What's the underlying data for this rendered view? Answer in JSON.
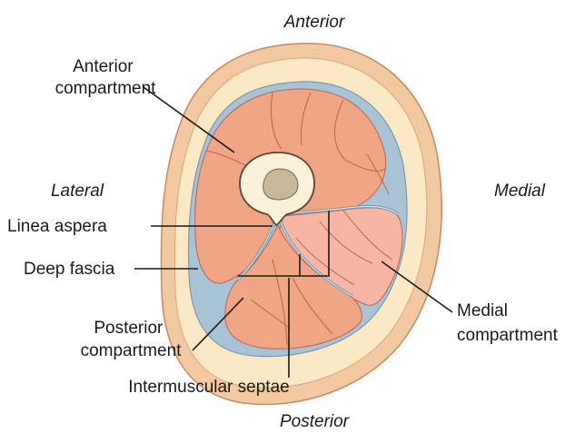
{
  "directions": {
    "anterior": "Anterior",
    "posterior": "Posterior",
    "lateral": "Lateral",
    "medial": "Medial"
  },
  "labels": {
    "anterior_compartment": [
      "Anterior",
      "compartment"
    ],
    "linea_aspera": "Linea aspera",
    "deep_fascia": "Deep fascia",
    "posterior_compartment": [
      "Posterior",
      "compartment"
    ],
    "intermuscular_septae": "Intermuscular septae",
    "medial_compartment": [
      "Medial",
      "compartment"
    ]
  },
  "colors": {
    "skin": "#f2c9a0",
    "subcutaneous_fat": "#fbe8c4",
    "deep_fascia": "#a9c3d6",
    "muscle": "#f0a585",
    "medial_muscle": "#f6b6a3",
    "bone_cortex": "#fbf1d8",
    "marrow": "#c9b79a"
  }
}
